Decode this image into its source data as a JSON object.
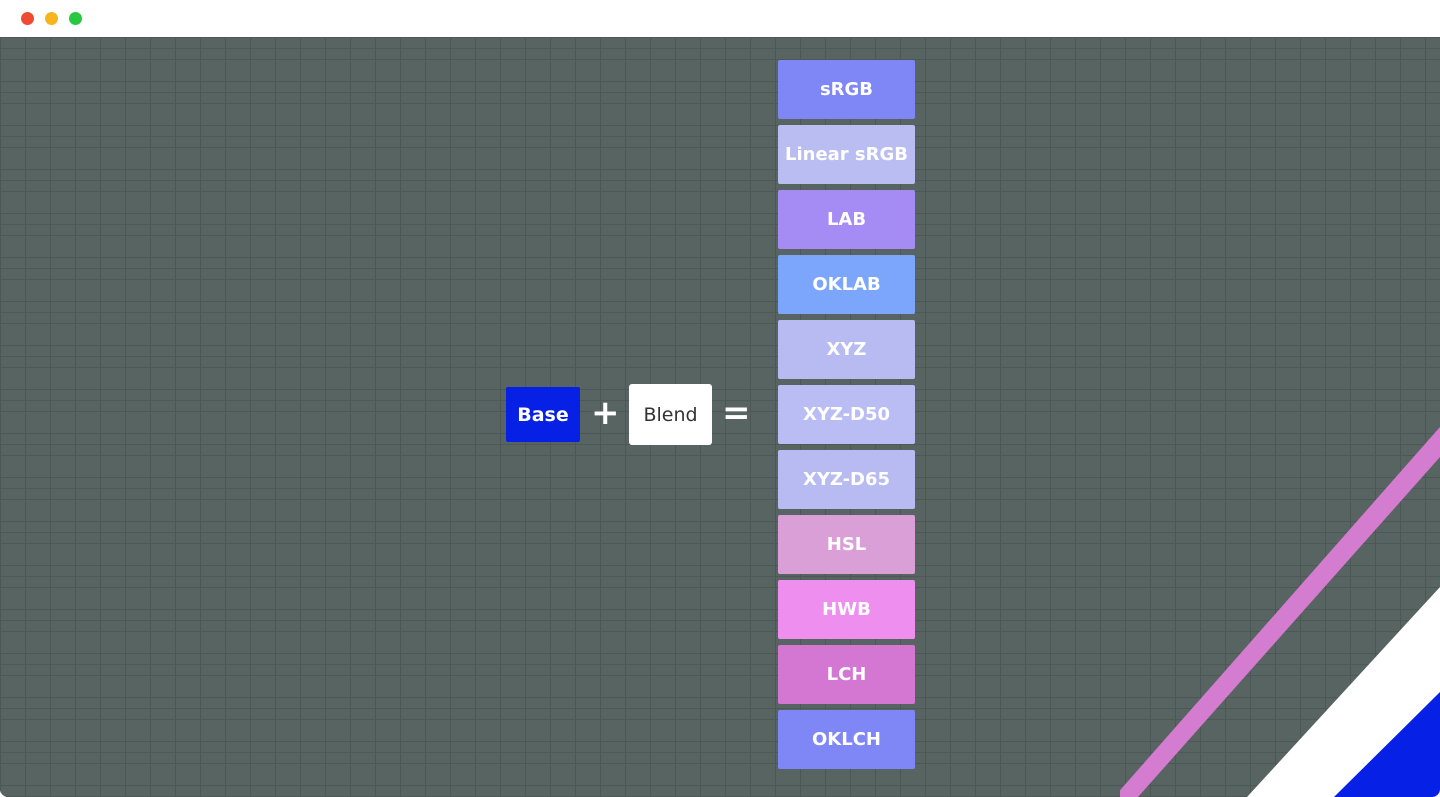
{
  "window": {
    "controls": [
      "close",
      "minimize",
      "maximize"
    ]
  },
  "equation": {
    "base_label": "Base",
    "plus_symbol": "+",
    "blend_label": "Blend",
    "equals_symbol": "="
  },
  "results": [
    {
      "label": "sRGB",
      "color": "#7f86f5"
    },
    {
      "label": "Linear sRGB",
      "color": "#b9bdf2"
    },
    {
      "label": "LAB",
      "color": "#a58cf4"
    },
    {
      "label": "OKLAB",
      "color": "#7ca6fc"
    },
    {
      "label": "XYZ",
      "color": "#b8bbf1"
    },
    {
      "label": "XYZ-D50",
      "color": "#b9bdf3"
    },
    {
      "label": "XYZ-D65",
      "color": "#b8bbf1"
    },
    {
      "label": "HSL",
      "color": "#d99fd6"
    },
    {
      "label": "HWB",
      "color": "#ee8ff0"
    },
    {
      "label": "LCH",
      "color": "#d477d2"
    },
    {
      "label": "OKLCH",
      "color": "#7f86f5"
    }
  ],
  "colors": {
    "base": "#0620e6",
    "blend": "#ffffff",
    "background": "#586462",
    "stripe_pink": "#d47cd0",
    "stripe_white": "#ffffff",
    "stripe_blue": "#0620e6"
  }
}
